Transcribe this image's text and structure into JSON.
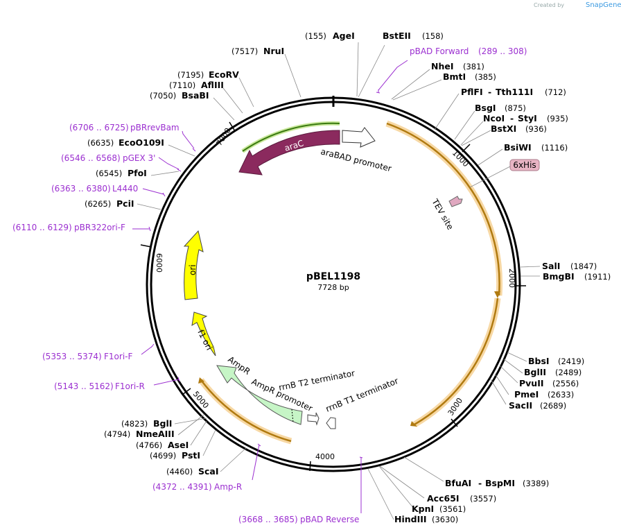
{
  "brand": {
    "created_by": "Created by",
    "app": "SnapGene"
  },
  "plasmid": {
    "name": "pBEL1198",
    "length": "7728 bp"
  },
  "ticks": [
    "1000",
    "2000",
    "3000",
    "4000",
    "5000",
    "6000",
    "7000"
  ],
  "features": {
    "araC": "araC",
    "araBAD": "araBAD promoter",
    "tev": "TEV site",
    "his": "6xHis",
    "ori": "ori",
    "f1ori": "f1 ori",
    "ampr": "AmpR",
    "ampr_promoter": "AmpR promoter",
    "rrnb_t2": "rrnB T2 terminator",
    "rrnb_t1": "rrnB T1 terminator"
  },
  "sites": [
    {
      "pos": "(155)",
      "name": "AgeI"
    },
    {
      "name": "BstEII",
      "pos": "(158)"
    },
    {
      "pos": "(7517)",
      "name": "NruI"
    },
    {
      "name": "NheI",
      "pos": "(381)"
    },
    {
      "name": "BmtI",
      "pos": "(385)"
    },
    {
      "name": "PflFI",
      "sep": "-",
      "name2": "Tth111I",
      "pos": "(712)"
    },
    {
      "name": "BsgI",
      "pos": "(875)"
    },
    {
      "name": "NcoI",
      "sep": "-",
      "name2": "StyI",
      "pos": "(935)"
    },
    {
      "name": "BstXI",
      "pos": "(936)"
    },
    {
      "name": "BsiWI",
      "pos": "(1116)"
    },
    {
      "pos": "(7195)",
      "name": "EcoRV"
    },
    {
      "pos": "(7110)",
      "name": "AflIII"
    },
    {
      "pos": "(7050)",
      "name": "BsaBI"
    },
    {
      "pos": "(6635)",
      "name": "EcoO109I"
    },
    {
      "pos": "(6545)",
      "name": "PfoI"
    },
    {
      "pos": "(6265)",
      "name": "PciI"
    },
    {
      "name": "SalI",
      "pos": "(1847)"
    },
    {
      "name": "BmgBI",
      "pos": "(1911)"
    },
    {
      "name": "BbsI",
      "pos": "(2419)"
    },
    {
      "name": "BglII",
      "pos": "(2489)"
    },
    {
      "name": "PvuII",
      "pos": "(2556)"
    },
    {
      "name": "PmeI",
      "pos": "(2633)"
    },
    {
      "name": "SacII",
      "pos": "(2689)"
    },
    {
      "name": "BfuAI",
      "sep": "-",
      "name2": "BspMI",
      "pos": "(3389)"
    },
    {
      "name": "Acc65I",
      "pos": "(3557)"
    },
    {
      "name": "KpnI",
      "pos": "(3561)"
    },
    {
      "name": "HindIII",
      "pos": "(3630)"
    },
    {
      "pos": "(4823)",
      "name": "BglI"
    },
    {
      "pos": "(4794)",
      "name": "NmeAIII"
    },
    {
      "pos": "(4766)",
      "name": "AseI"
    },
    {
      "pos": "(4699)",
      "name": "PstI"
    },
    {
      "pos": "(4460)",
      "name": "ScaI"
    }
  ],
  "primers": [
    {
      "name": "pBAD Forward",
      "range": "(289 .. 308)"
    },
    {
      "range": "(6706 .. 6725)",
      "name": "pBRrevBam"
    },
    {
      "range": "(6546 .. 6568)",
      "name": "pGEX 3'"
    },
    {
      "range": "(6363 .. 6380)",
      "name": "L4440"
    },
    {
      "range": "(6110 .. 6129)",
      "name": "pBR322ori-F"
    },
    {
      "range": "(5353 .. 5374)",
      "name": "F1ori-F"
    },
    {
      "range": "(5143 .. 5162)",
      "name": "F1ori-R"
    },
    {
      "range": "(4372 .. 4391)",
      "name": "Amp-R"
    },
    {
      "range": "(3668 .. 3685)",
      "name": "pBAD Reverse"
    }
  ],
  "colors": {
    "primer": "#9B2FD0",
    "araC": "#8B2A5E",
    "ori": "#FFFF00",
    "ampr": "#C6F5C6",
    "cds_orange": "#F0A640",
    "his": "#E8B4C4"
  }
}
